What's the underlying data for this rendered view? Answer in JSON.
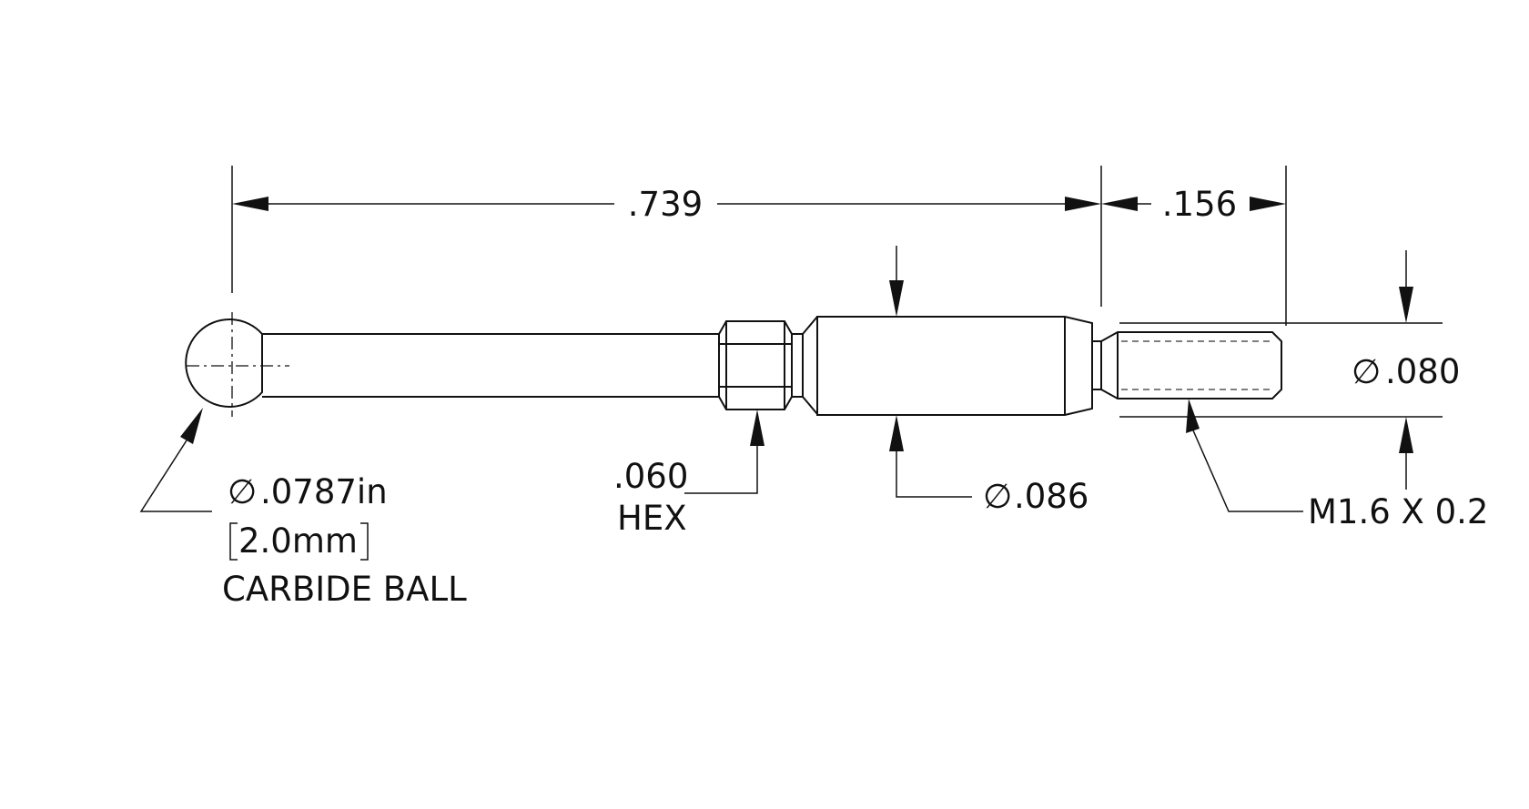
{
  "dimensions": {
    "overall_length": ".739",
    "thread_length": ".156",
    "thread_diameter": ".080",
    "body_diameter": ".086",
    "hex_size_value": ".060",
    "hex_size_label": "HEX",
    "ball_diameter_in": ".0787in",
    "ball_diameter_mm": "2.0mm",
    "ball_material": "CARBIDE BALL",
    "thread_spec": "M1.6 X 0.2"
  },
  "symbols": {
    "diameter": "∅"
  }
}
